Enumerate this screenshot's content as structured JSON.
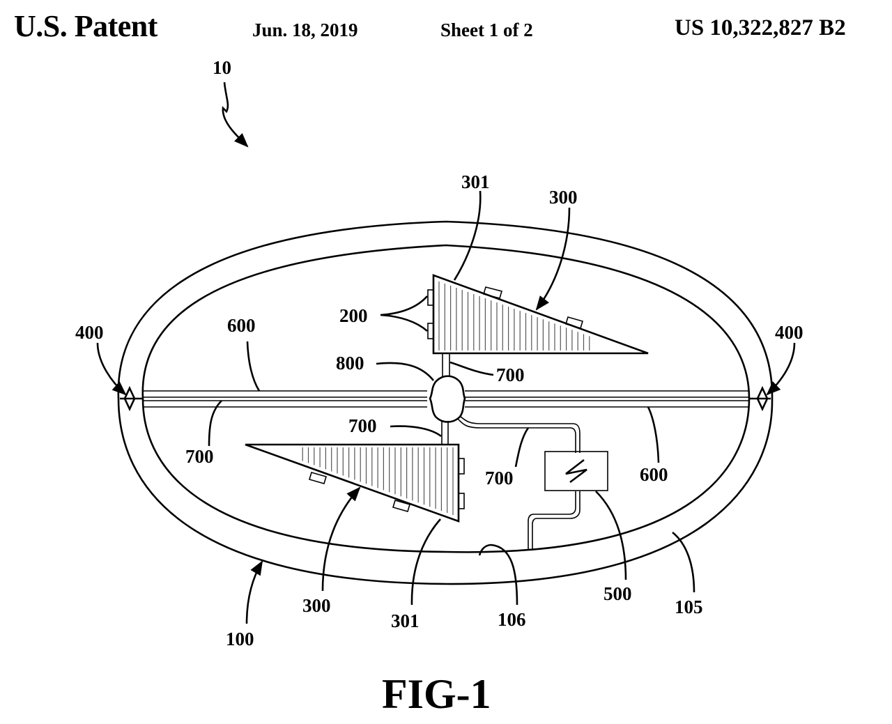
{
  "header": {
    "publication": "U.S. Patent",
    "date": "Jun. 18, 2019",
    "sheet": "Sheet 1 of 2",
    "patent_number": "US 10,322,827 B2"
  },
  "figure": {
    "caption": "FIG-1",
    "labels": {
      "assembly": "10",
      "tire": "100",
      "outer_surface": "105",
      "inner_surface": "106",
      "sensor_a": "200",
      "fin_top": "300",
      "fin_top_edge": "301",
      "fin_bottom": "300",
      "fin_bottom_edge": "301",
      "valve_left": "400",
      "valve_right": "400",
      "power_source": "500",
      "tube_left": "600",
      "tube_right": "600",
      "wire_left": "700",
      "wire_upper": "700",
      "wire_lower": "700",
      "wire_power": "700",
      "hub": "800"
    },
    "icons": {
      "power_symbol": "lightning-bolt-icon"
    }
  }
}
